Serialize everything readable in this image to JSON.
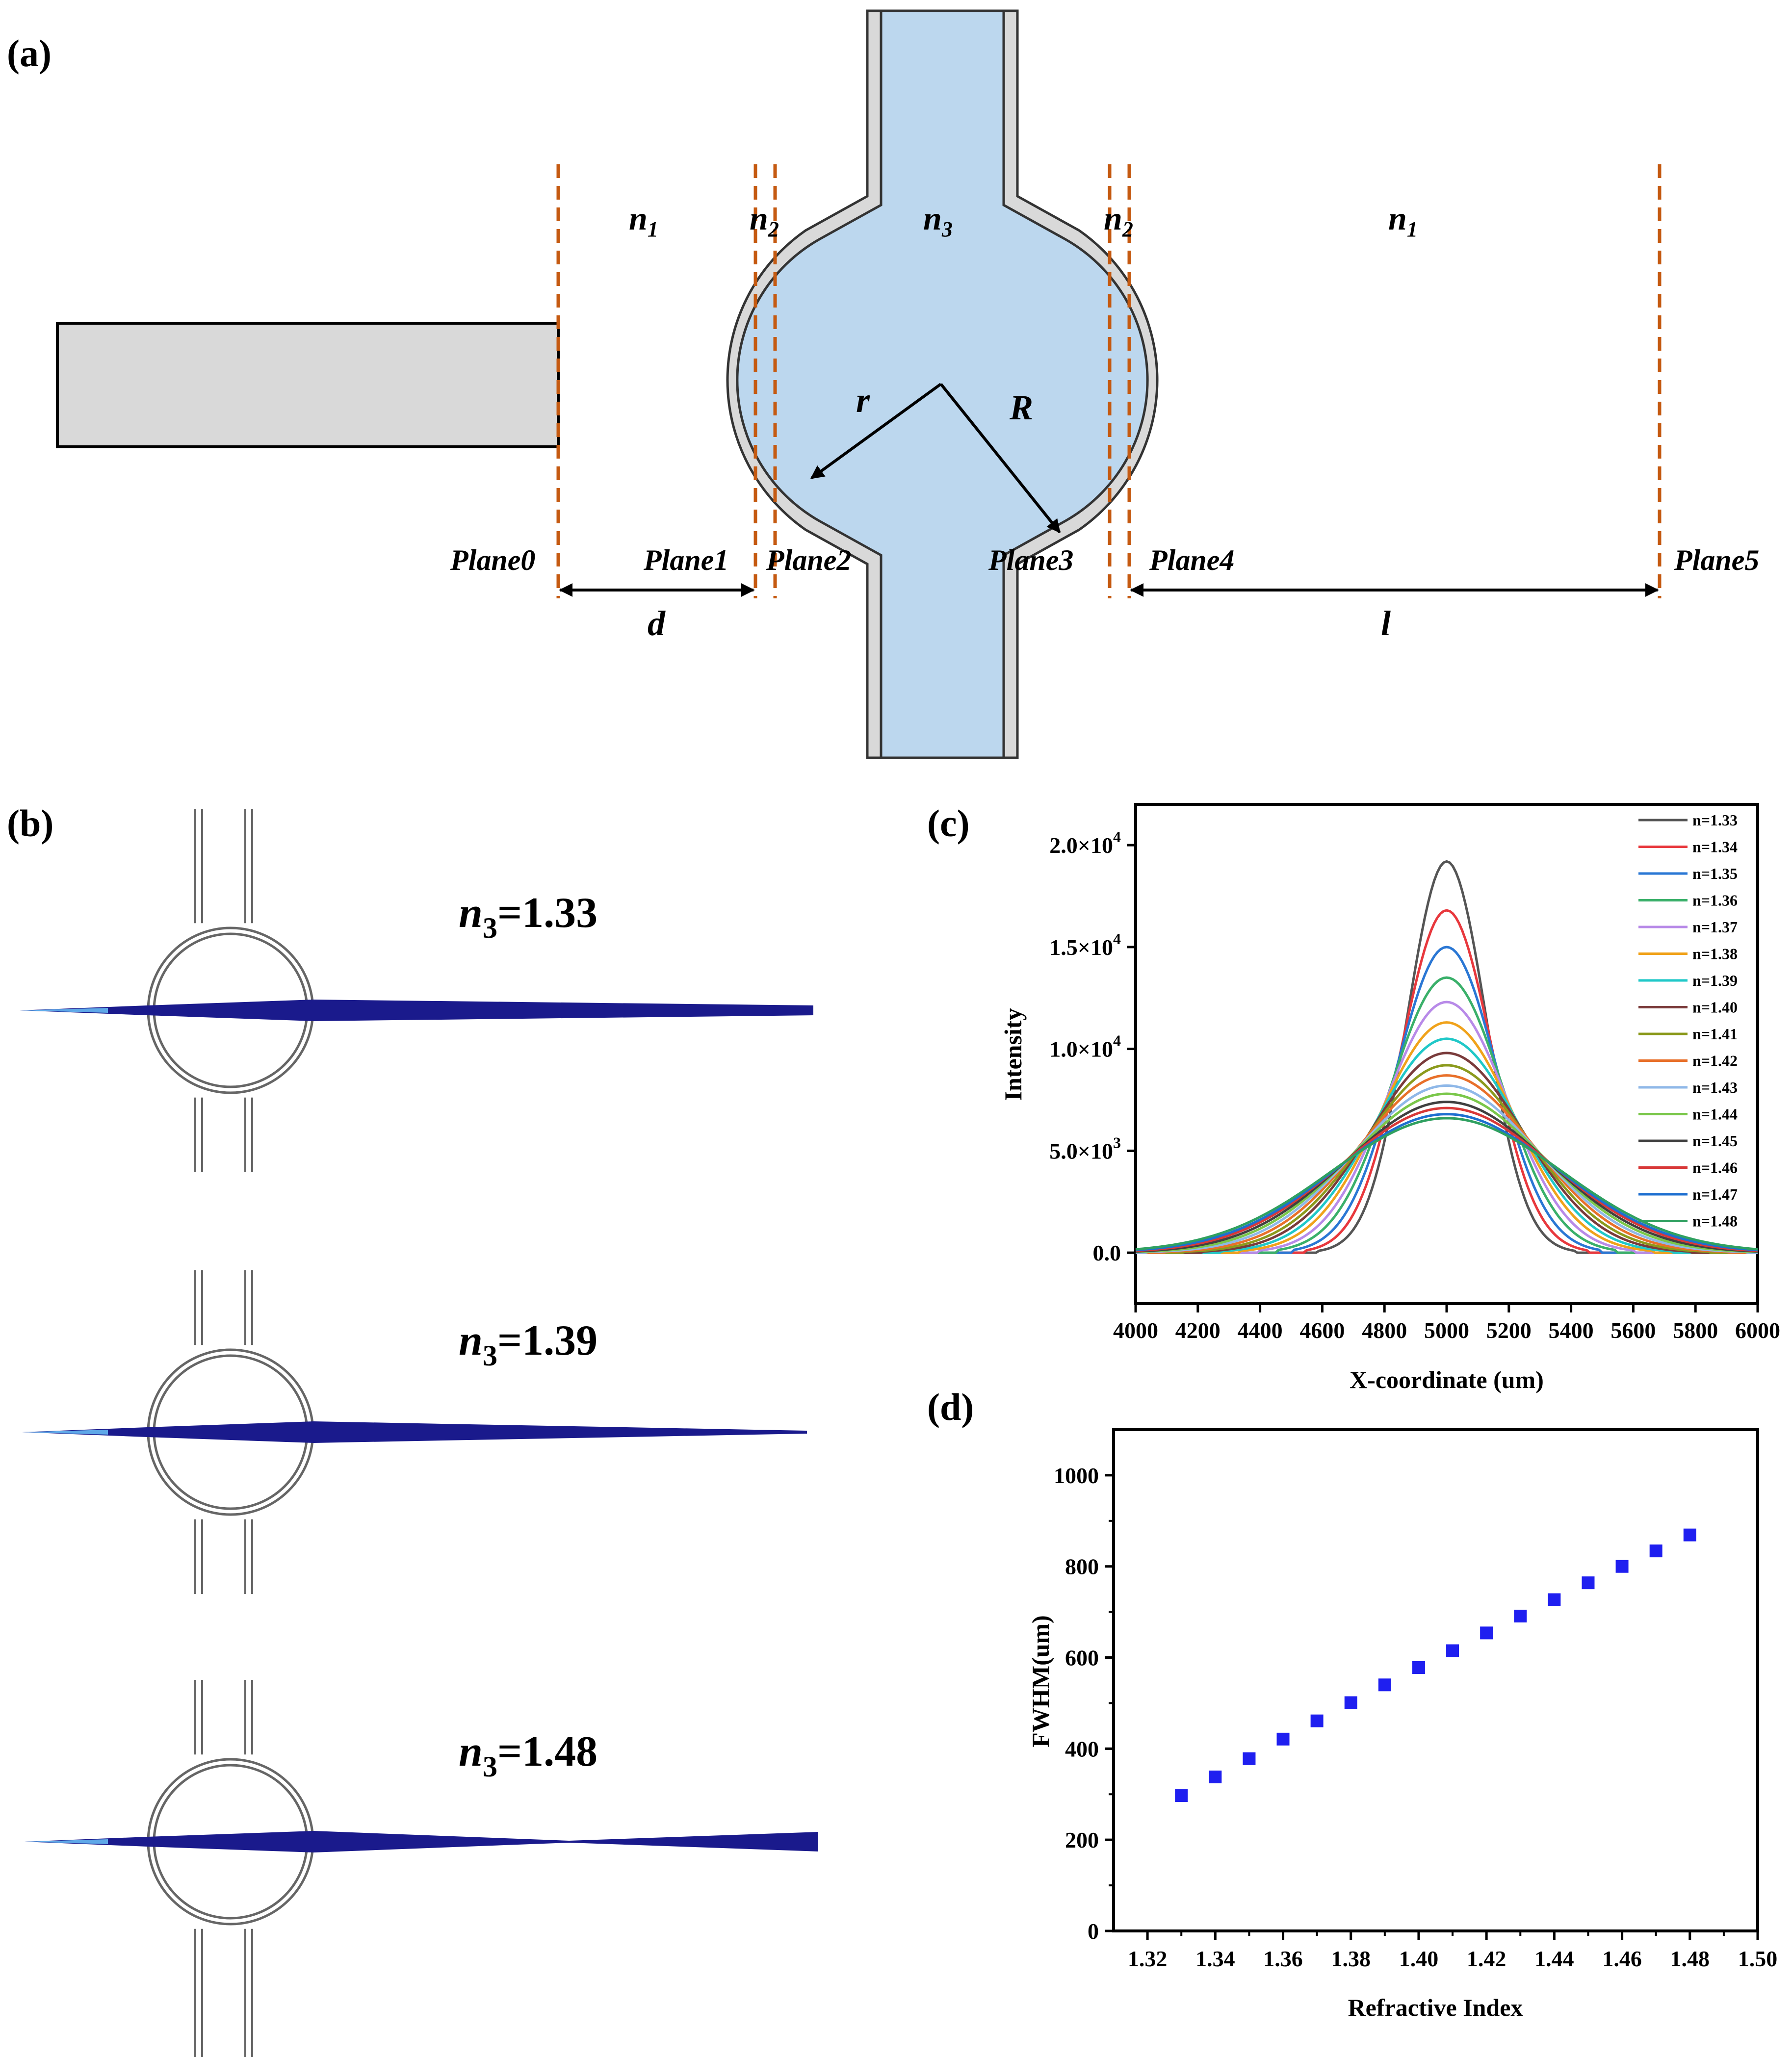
{
  "panels": {
    "a": {
      "label": "(a)",
      "planes": [
        "Plane0",
        "Plane1",
        "Plane2",
        "Plane3",
        "Plane4",
        "Plane5"
      ],
      "regions": {
        "n1_left": "n",
        "n2_left": "n",
        "n3": "n",
        "n2_right": "n",
        "n1_right": "n"
      },
      "region_subscripts": {
        "n1_left": "1",
        "n2_left": "2",
        "n3": "3",
        "n2_right": "2",
        "n1_right": "1"
      },
      "radius_inner": "r",
      "radius_outer": "R",
      "dist_d": "d",
      "dist_l": "l",
      "colors": {
        "fiber": "#d9d9d9",
        "fluid": "#bcd7ee",
        "plane_line": "#c55a11"
      }
    },
    "b": {
      "label": "(b)",
      "rows": [
        {
          "var": "n",
          "sub": "3",
          "value": "=1.33"
        },
        {
          "var": "n",
          "sub": "3",
          "value": "=1.39"
        },
        {
          "var": "n",
          "sub": "3",
          "value": "=1.48"
        }
      ],
      "beam_color": "#1a1a8c"
    },
    "c": {
      "label": "(c)"
    },
    "d": {
      "label": "(d)"
    }
  },
  "chart_data": [
    {
      "type": "line",
      "panel": "c",
      "xlabel": "X-coordinate (um)",
      "ylabel": "Intensity",
      "xlim": [
        4000,
        6000
      ],
      "ylim": [
        -2500,
        22000
      ],
      "xticks": [
        "4000",
        "4200",
        "4400",
        "4600",
        "4800",
        "5000",
        "5200",
        "5400",
        "5600",
        "5800",
        "6000"
      ],
      "yticks": [
        {
          "value": 0,
          "mant": "0.0",
          "exp": ""
        },
        {
          "value": 5000,
          "mant": "5.0×10",
          "exp": "3"
        },
        {
          "value": 10000,
          "mant": "1.0×10",
          "exp": "4"
        },
        {
          "value": 15000,
          "mant": "1.5×10",
          "exp": "4"
        },
        {
          "value": 20000,
          "mant": "2.0×10",
          "exp": "4"
        }
      ],
      "legend_position": "top-right",
      "center_x": 5000,
      "series": [
        {
          "name": "n=1.33",
          "color": "#555555",
          "peak": 19200,
          "fwhm": 297,
          "flat_width": 820
        },
        {
          "name": "n=1.34",
          "color": "#e8383d",
          "peak": 16800,
          "fwhm": 338,
          "flat_width": 900
        },
        {
          "name": "n=1.35",
          "color": "#2a77d4",
          "peak": 15000,
          "fwhm": 378,
          "flat_width": 980
        },
        {
          "name": "n=1.36",
          "color": "#3ab06a",
          "peak": 13500,
          "fwhm": 421,
          "flat_width": 1080
        },
        {
          "name": "n=1.37",
          "color": "#b88ae8",
          "peak": 12300,
          "fwhm": 461,
          "flat_width": 1200
        },
        {
          "name": "n=1.38",
          "color": "#f0a21a",
          "peak": 11300,
          "fwhm": 501,
          "flat_width": 1320
        },
        {
          "name": "n=1.39",
          "color": "#20c8c8",
          "peak": 10500,
          "fwhm": 540,
          "flat_width": 1440
        },
        {
          "name": "n=1.40",
          "color": "#7a3b3b",
          "peak": 9800,
          "fwhm": 578,
          "flat_width": 1560
        },
        {
          "name": "n=1.41",
          "color": "#8b9a1c",
          "peak": 9200,
          "fwhm": 615,
          "flat_width": 1680
        },
        {
          "name": "n=1.42",
          "color": "#e8702a",
          "peak": 8700,
          "fwhm": 654,
          "flat_width": 1800
        },
        {
          "name": "n=1.43",
          "color": "#8fb8e8",
          "peak": 8200,
          "fwhm": 691,
          "flat_width": 1920
        },
        {
          "name": "n=1.44",
          "color": "#7ac74a",
          "peak": 7800,
          "fwhm": 727,
          "flat_width": 2000
        },
        {
          "name": "n=1.45",
          "color": "#404040",
          "peak": 7400,
          "fwhm": 764,
          "flat_width": 2000
        },
        {
          "name": "n=1.46",
          "color": "#d83838",
          "peak": 7100,
          "fwhm": 800,
          "flat_width": 2000
        },
        {
          "name": "n=1.47",
          "color": "#1e6fd0",
          "peak": 6800,
          "fwhm": 834,
          "flat_width": 2000
        },
        {
          "name": "n=1.48",
          "color": "#2fa060",
          "peak": 6600,
          "fwhm": 869,
          "flat_width": 2000
        }
      ]
    },
    {
      "type": "scatter",
      "panel": "d",
      "xlabel": "Refractive Index",
      "ylabel": "FWHM(um)",
      "xlim": [
        1.31,
        1.5
      ],
      "ylim": [
        0,
        1100
      ],
      "xticks": [
        "1.32",
        "1.34",
        "1.36",
        "1.38",
        "1.40",
        "1.42",
        "1.44",
        "1.46",
        "1.48",
        "1.50"
      ],
      "yticks": [
        "0",
        "200",
        "400",
        "600",
        "800",
        "1000"
      ],
      "marker_color": "#1f1ff0",
      "x": [
        1.33,
        1.34,
        1.35,
        1.36,
        1.37,
        1.38,
        1.39,
        1.4,
        1.41,
        1.42,
        1.43,
        1.44,
        1.45,
        1.46,
        1.47,
        1.48
      ],
      "y": [
        297,
        338,
        378,
        421,
        461,
        501,
        540,
        578,
        615,
        654,
        691,
        727,
        764,
        800,
        834,
        869
      ]
    }
  ]
}
